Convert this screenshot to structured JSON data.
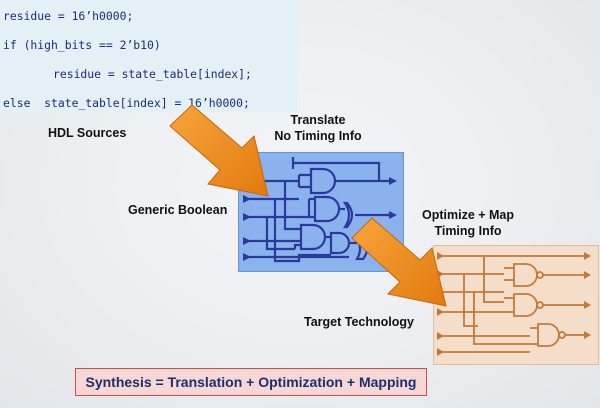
{
  "code": [
    "residue = 16’h0000;",
    "if (high_bits == 2’b10)",
    "residue = state_table[index];",
    "else  state_table[index] = 16’h0000;"
  ],
  "labels": {
    "hdl_sources": "HDL Sources",
    "translate_1": "Translate",
    "translate_2": "No Timing Info",
    "generic_boolean": "Generic Boolean",
    "optimize_1": "Optimize + Map",
    "optimize_2": "Timing Info",
    "target_technology": "Target Technology"
  },
  "formula": "Synthesis = Translation + Optimization + Mapping",
  "colors": {
    "code_bg": "#e3f1f6",
    "code_text": "#1f2a78",
    "generic_panel": "#8ab2ec",
    "generic_lines": "#2a3a9c",
    "target_panel": "#f4dec9",
    "target_lines": "#c27a3a",
    "arrow": "#f08a16",
    "formula_bg": "#f7d6d6",
    "formula_border": "#d24a4a"
  }
}
